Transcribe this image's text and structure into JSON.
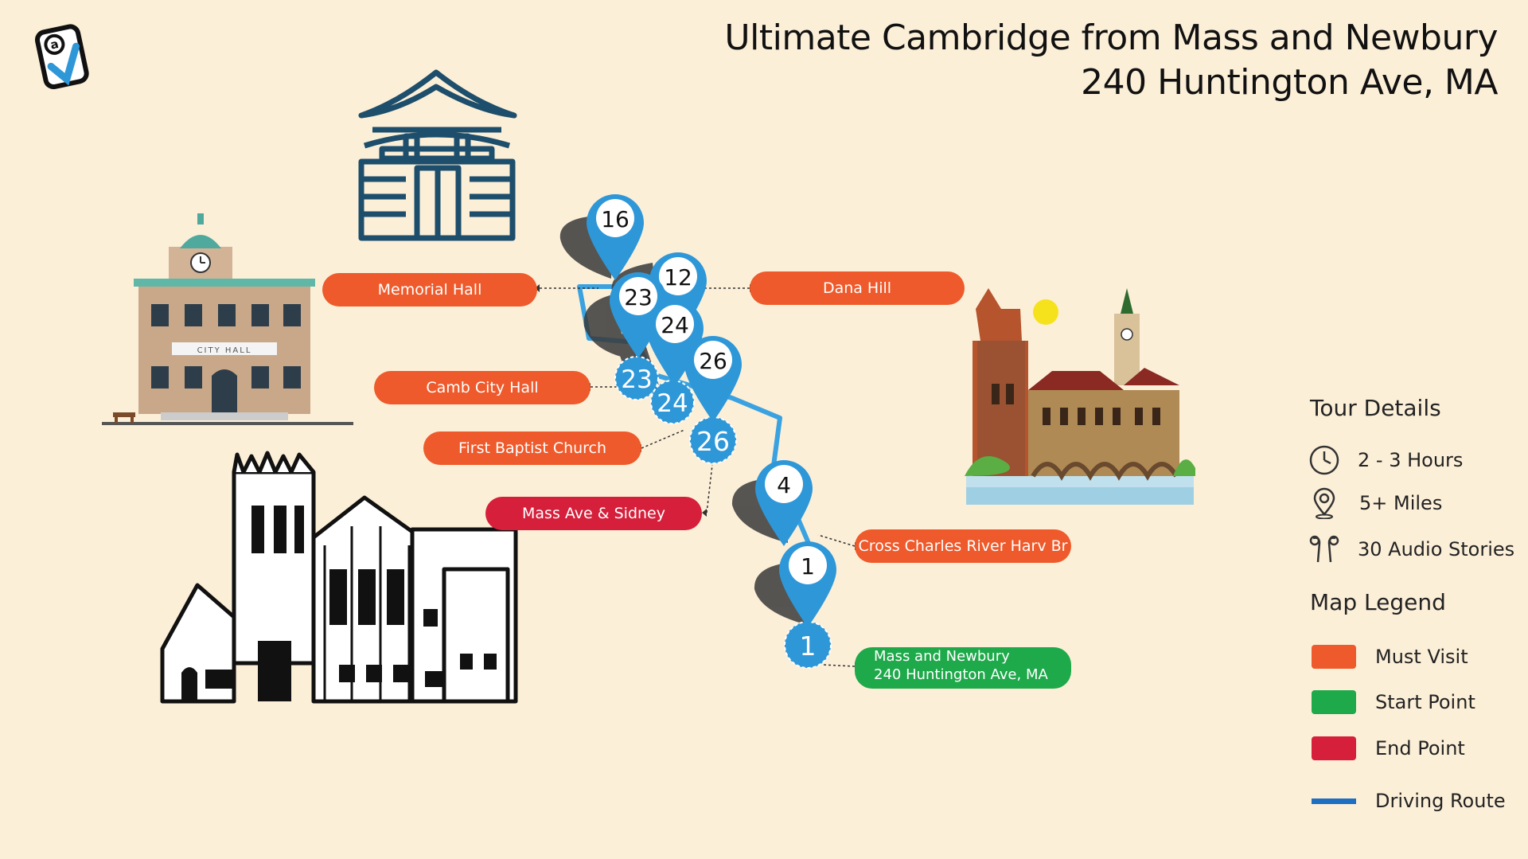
{
  "title": {
    "line1": "Ultimate Cambridge from Mass and Newbury",
    "line2": "240 Huntington Ave, MA"
  },
  "colors": {
    "background": "#fcefd8",
    "must_visit": "#ee5a2b",
    "start_point": "#1ea94a",
    "end_point": "#d51f3b",
    "route": "#1e6fc2",
    "marker": "#2e97d8"
  },
  "labels": {
    "memorial_hall": "Memorial Hall",
    "dana_hill": "Dana Hill",
    "camb_city_hall": "Camb City Hall",
    "first_baptist": "First Baptist Church",
    "mass_ave_sidney": "Mass Ave & Sidney",
    "cross_charles": "Cross Charles River Harv  Br",
    "start_line1": "Mass and Newbury",
    "start_line2": "240 Huntington Ave, MA"
  },
  "markers": {
    "m16": "16",
    "m12": "12",
    "m23": "23",
    "m24": "24",
    "m26": "26",
    "m4": "4",
    "m1": "1",
    "c23": "23",
    "c24": "24",
    "c26": "26",
    "c1": "1"
  },
  "illustrations": {
    "city_hall_sign": "CITY HALL"
  },
  "icons": [
    "app-logo-icon",
    "clock-icon",
    "location-pin-icon",
    "earbuds-icon"
  ],
  "tour_details": {
    "heading": "Tour Details",
    "duration": "2 - 3 Hours",
    "distance": "5+  Miles",
    "stories": "30 Audio Stories"
  },
  "legend": {
    "heading": "Map Legend",
    "must_visit": "Must Visit",
    "start_point": "Start Point",
    "end_point": "End Point",
    "driving_route": "Driving Route"
  }
}
